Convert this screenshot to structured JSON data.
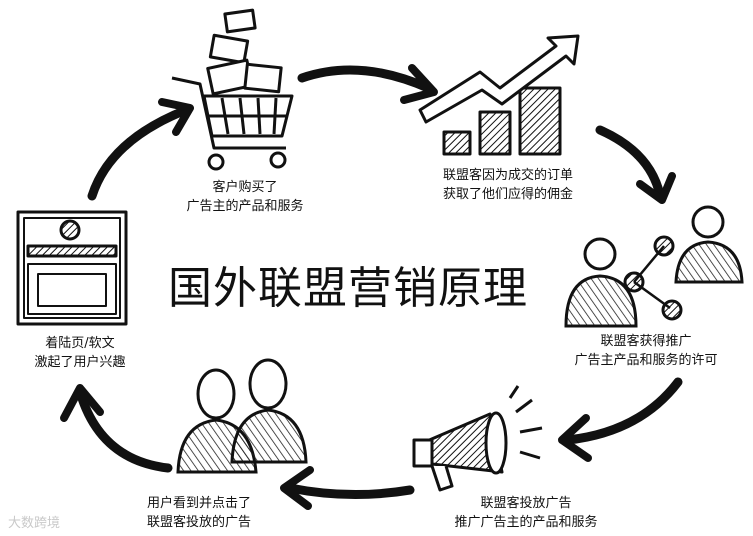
{
  "title": "国外联盟营销原理",
  "steps": [
    {
      "id": "purchase",
      "lines": [
        "客户购买了",
        "广告主的产品和服务"
      ],
      "icon": "shopping-cart-icon"
    },
    {
      "id": "commission",
      "lines": [
        "联盟客因为成交的订单",
        "获取了他们应得的佣金"
      ],
      "icon": "growth-chart-icon"
    },
    {
      "id": "permission",
      "lines": [
        "联盟客获得推广",
        "广告主产品和服务的许可"
      ],
      "icon": "people-network-icon"
    },
    {
      "id": "promote",
      "lines": [
        "联盟客投放广告",
        "推广广告主的产品和服务"
      ],
      "icon": "megaphone-icon"
    },
    {
      "id": "click",
      "lines": [
        "用户看到并点击了",
        "联盟客投放的广告"
      ],
      "icon": "two-users-icon"
    },
    {
      "id": "landing",
      "lines": [
        "着陆页/软文",
        "激起了用户兴趣"
      ],
      "icon": "landing-page-icon"
    }
  ],
  "watermark": "大数跨境"
}
